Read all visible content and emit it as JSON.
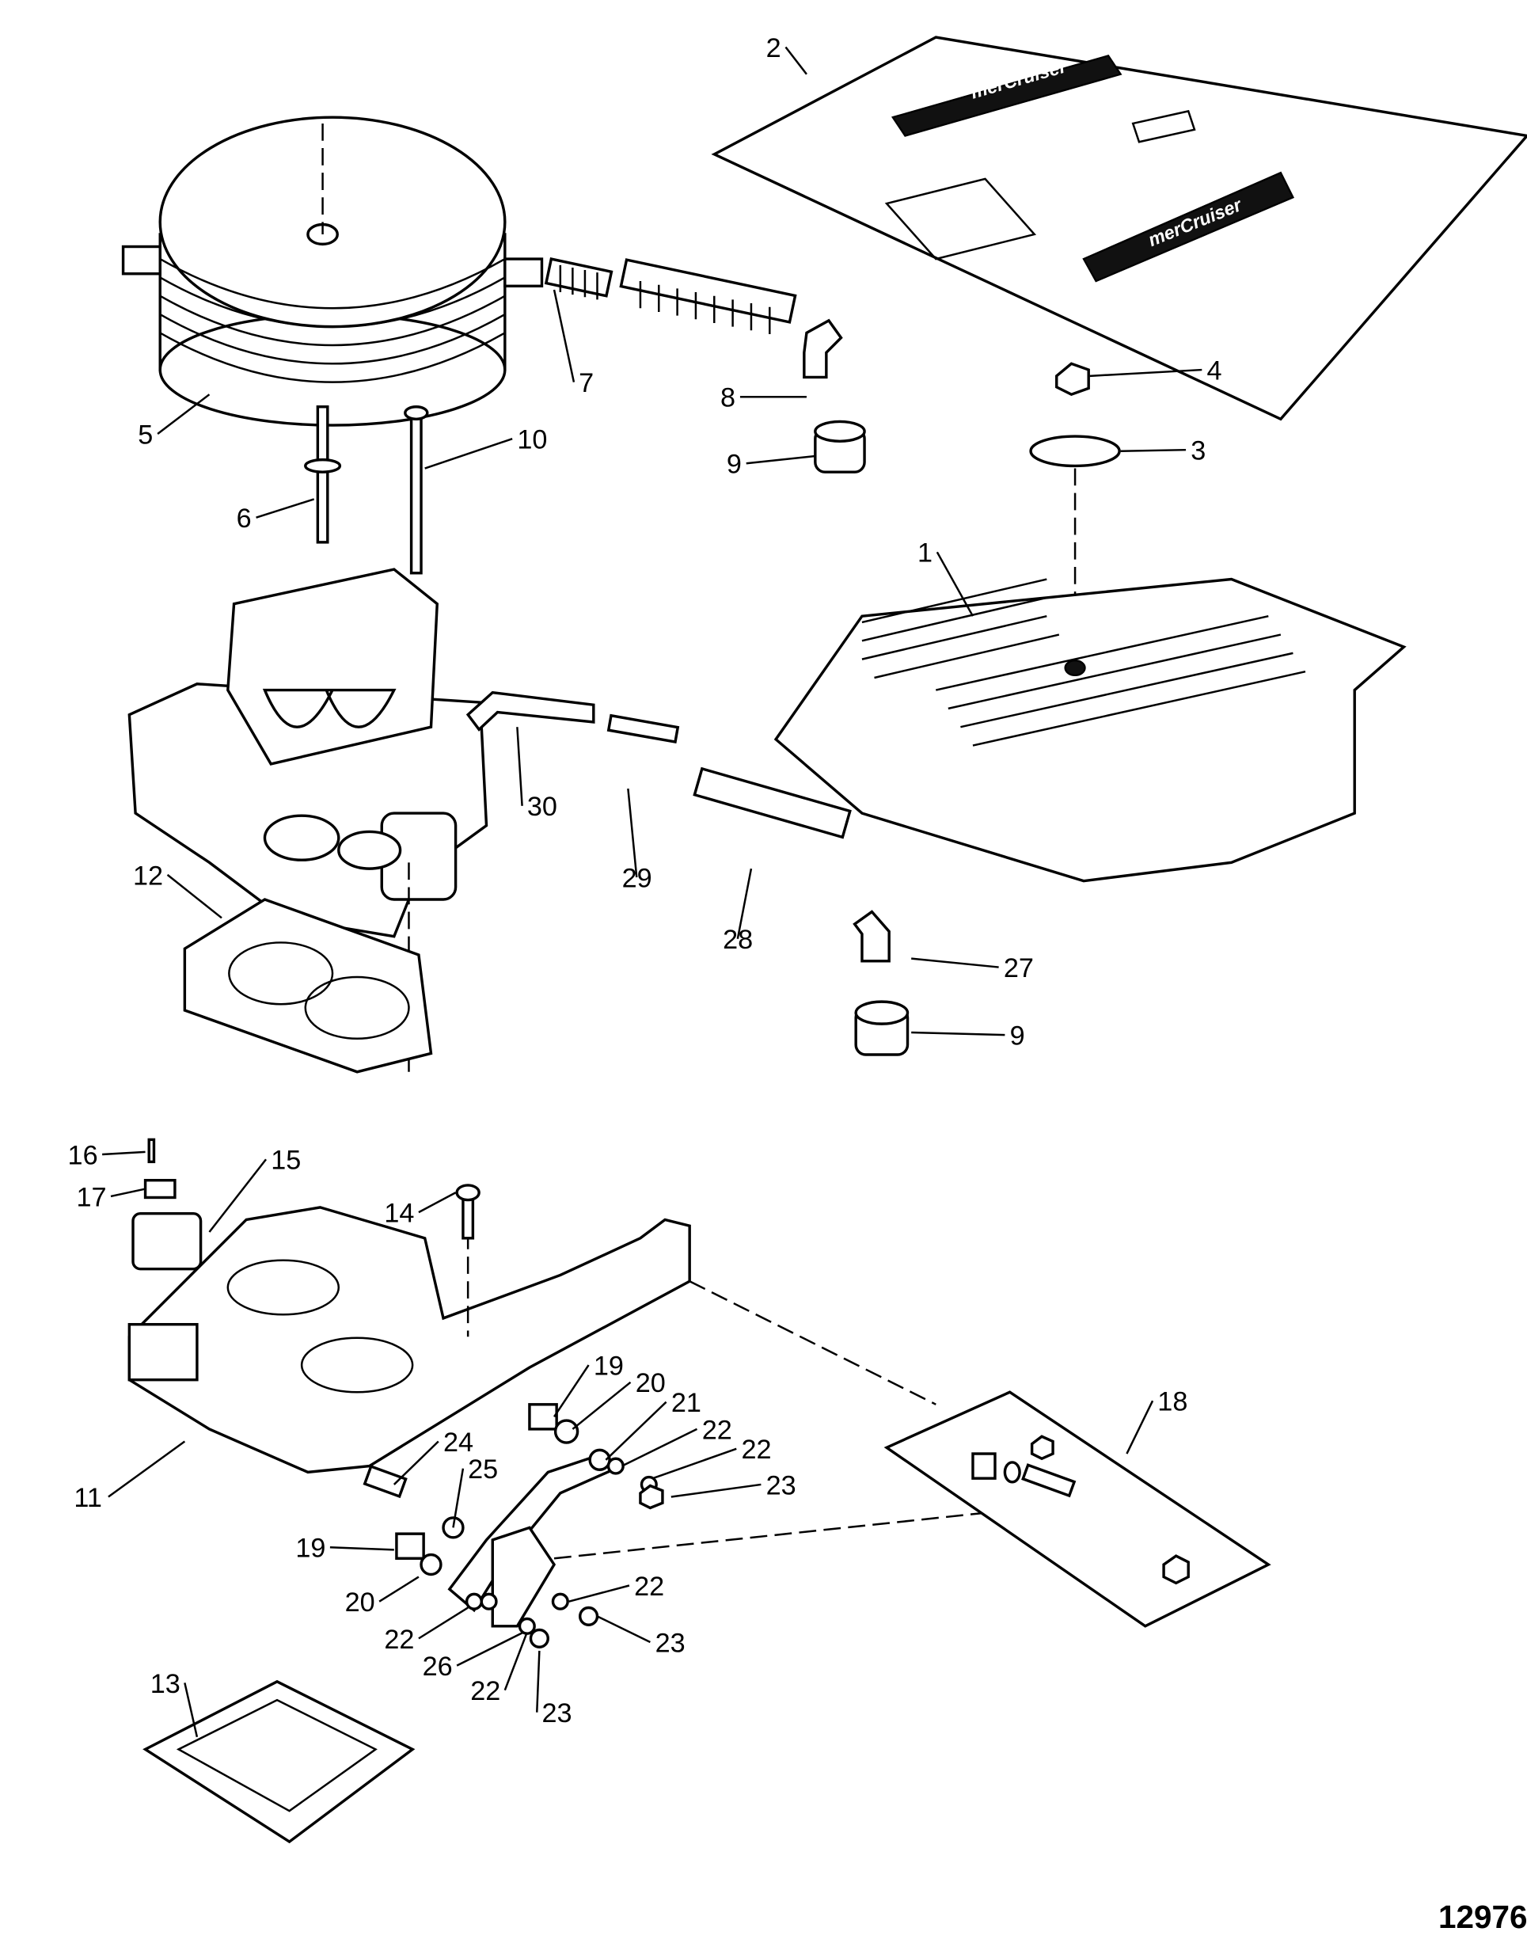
{
  "diagram": {
    "figure_number": "12976",
    "logo_text": "merCruiser",
    "callouts": [
      "2",
      "4",
      "3",
      "5",
      "7",
      "8",
      "9",
      "10",
      "6",
      "1",
      "30",
      "29",
      "28",
      "27",
      "9",
      "12",
      "16",
      "15",
      "17",
      "14",
      "18",
      "19",
      "20",
      "21",
      "22",
      "22",
      "23",
      "11",
      "24",
      "25",
      "19",
      "20",
      "22",
      "22",
      "26",
      "23",
      "22",
      "23",
      "13"
    ]
  }
}
